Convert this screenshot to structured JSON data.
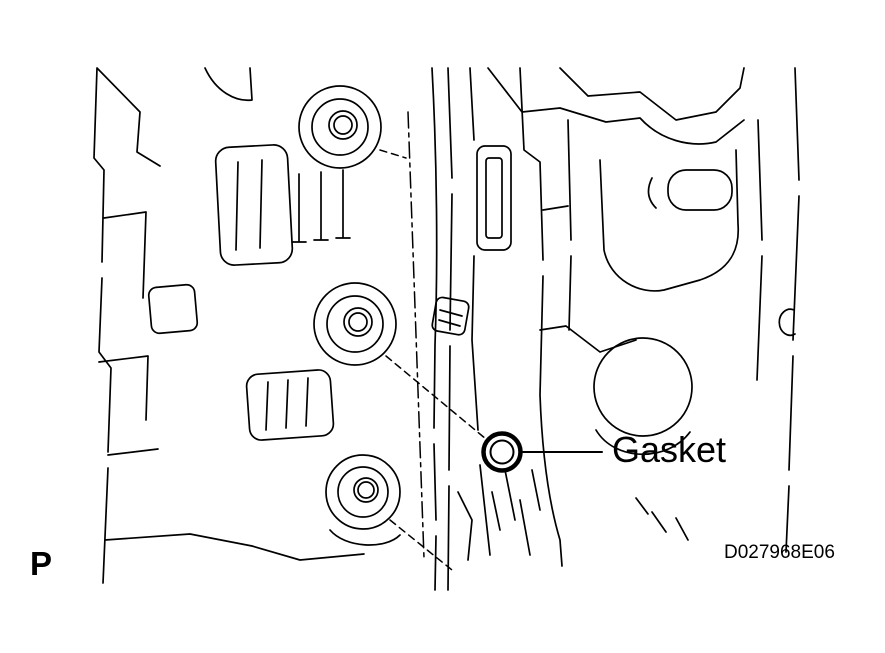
{
  "colors": {
    "ink": "#000000",
    "paper": "#ffffff"
  },
  "figure": {
    "callout_label": "Gasket",
    "figure_code": "D027968E06",
    "page_marker": "P"
  }
}
